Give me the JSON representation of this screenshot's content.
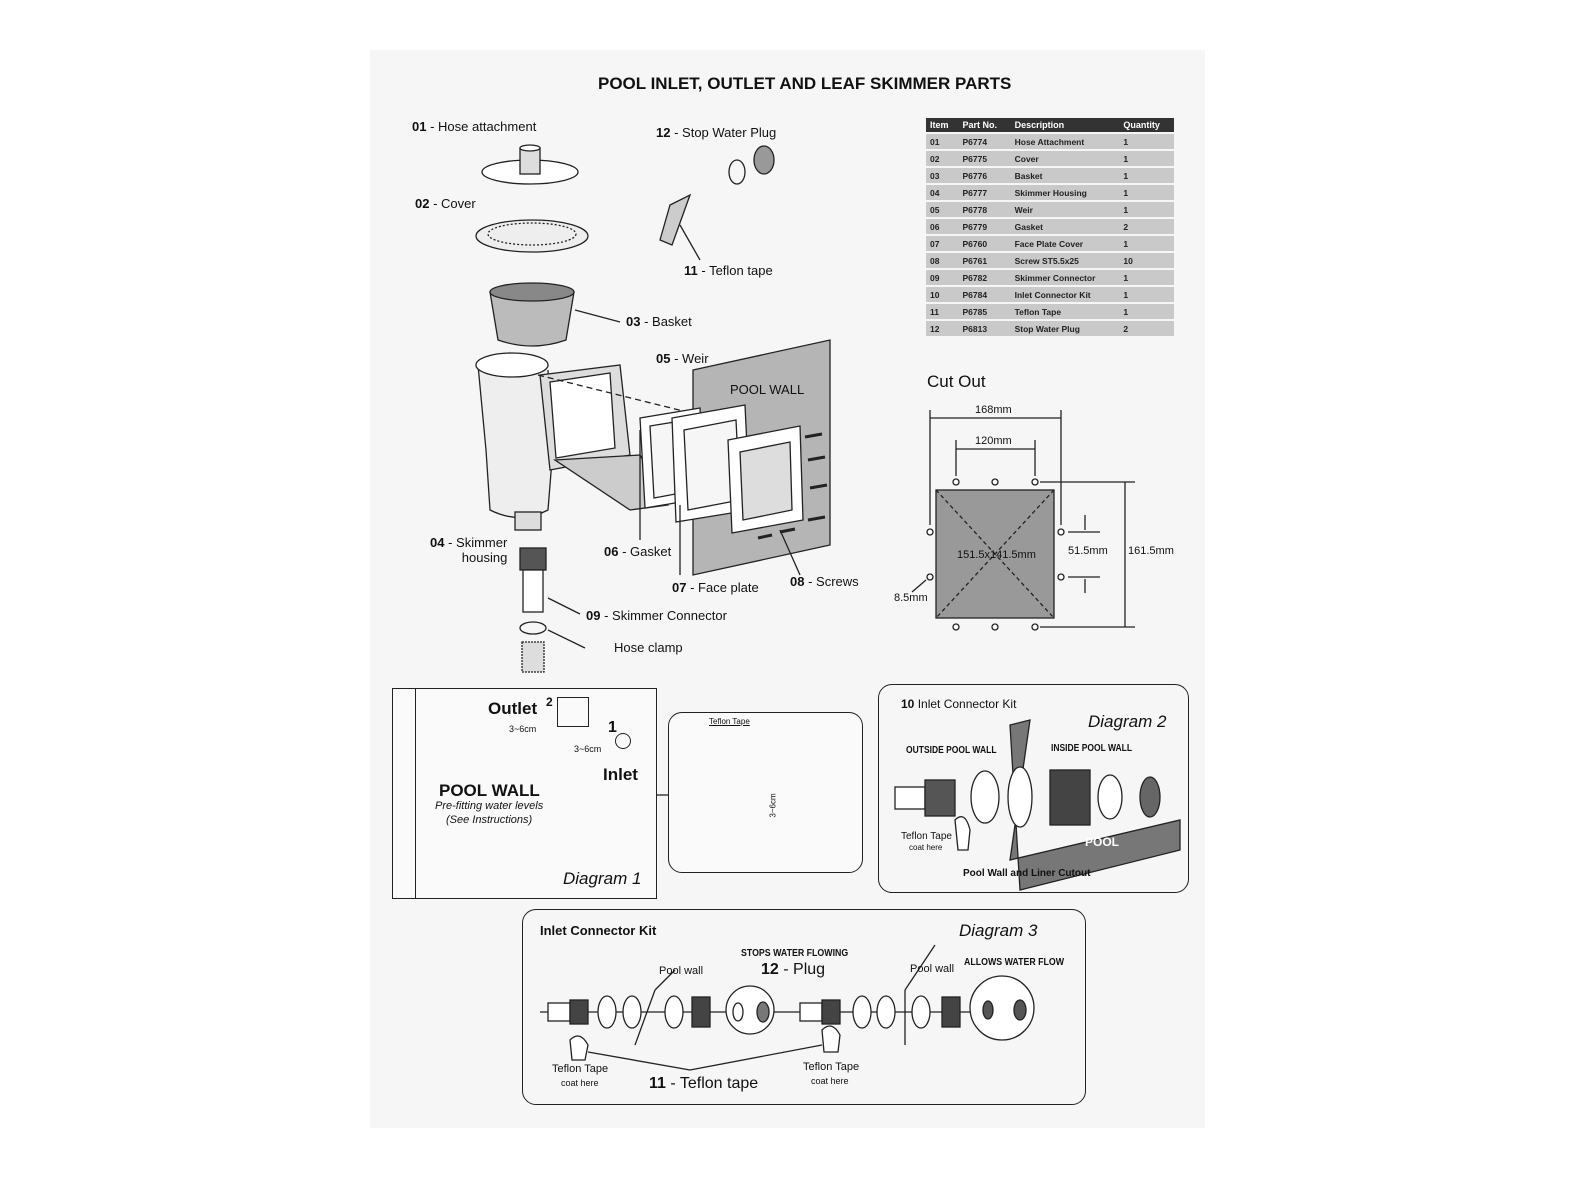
{
  "title": "POOL INLET, OUTLET AND LEAF SKIMMER PARTS",
  "callouts": {
    "hose_attachment": {
      "num": "01",
      "text": "- Hose attachment"
    },
    "cover": {
      "num": "02",
      "text": "- Cover"
    },
    "basket": {
      "num": "03",
      "text": "- Basket"
    },
    "skimmer_housing": {
      "num": "04",
      "text": "- Skimmer",
      "text2": "housing"
    },
    "weir": {
      "num": "05",
      "text": "- Weir"
    },
    "gasket": {
      "num": "06",
      "text": "- Gasket"
    },
    "face_plate": {
      "num": "07",
      "text": "- Face plate"
    },
    "screws": {
      "num": "08",
      "text": "- Screws"
    },
    "skimmer_connector": {
      "num": "09",
      "text": "- Skimmer Connector"
    },
    "teflon_tape": {
      "num": "11",
      "text": "- Teflon tape"
    },
    "stop_water_plug": {
      "num": "12",
      "text": "- Stop Water Plug"
    },
    "hose_clamp": {
      "text": "Hose clamp"
    },
    "pool_wall": "POOL WALL"
  },
  "parts_table": {
    "headers": [
      "Item",
      "Part No.",
      "Description",
      "Quantity"
    ],
    "rows": [
      [
        "01",
        "P6774",
        "Hose Attachment",
        "1"
      ],
      [
        "02",
        "P6775",
        "Cover",
        "1"
      ],
      [
        "03",
        "P6776",
        "Basket",
        "1"
      ],
      [
        "04",
        "P6777",
        "Skimmer Housing",
        "1"
      ],
      [
        "05",
        "P6778",
        "Weir",
        "1"
      ],
      [
        "06",
        "P6779",
        "Gasket",
        "2"
      ],
      [
        "07",
        "P6760",
        "Face Plate Cover",
        "1"
      ],
      [
        "08",
        "P6761",
        "Screw ST5.5x25",
        "10"
      ],
      [
        "09",
        "P6782",
        "Skimmer Connector",
        "1"
      ],
      [
        "10",
        "P6784",
        "Inlet Connector Kit",
        "1"
      ],
      [
        "11",
        "P6785",
        "Teflon Tape",
        "1"
      ],
      [
        "12",
        "P6813",
        "Stop Water Plug",
        "2"
      ]
    ]
  },
  "cutout": {
    "title": "Cut Out",
    "outer_width": "168mm",
    "inner_width": "120mm",
    "size": "151.5x141.5mm",
    "hole_spacing": "51.5mm",
    "height": "161.5mm",
    "hole": "8.5mm"
  },
  "diagram1": {
    "outlet": "Outlet",
    "outlet_num": "2",
    "inlet": "Inlet",
    "inlet_num": "1",
    "level1": "3~6cm",
    "level2": "3~6cm",
    "pool_wall": "POOL WALL",
    "note1": "Pre-fitting water levels",
    "note2": "(See Instructions)",
    "label": "Diagram 1",
    "inset_teflon": "Teflon Tape",
    "inset_level": "3~6cm"
  },
  "diagram2": {
    "kit_num": "10",
    "kit": "Inlet Connector Kit",
    "label": "Diagram 2",
    "outside": "OUTSIDE POOL WALL",
    "inside": "INSIDE POOL WALL",
    "teflon": "Teflon Tape",
    "coat": "coat here",
    "pool": "POOL",
    "cutout": "Pool Wall and Liner Cutout"
  },
  "diagram3": {
    "title": "Inlet Connector Kit",
    "label": "Diagram 3",
    "pool_wall_1": "Pool wall",
    "pool_wall_2": "Pool wall",
    "stops": "STOPS WATER FLOWING",
    "plug_num": "12",
    "plug": "- Plug",
    "allows": "ALLOWS WATER FLOW",
    "teflon_1": "Teflon Tape",
    "coat_1": "coat here",
    "teflon_2": "Teflon Tape",
    "coat_2": "coat here",
    "tape_num": "11",
    "tape": "- Teflon tape"
  }
}
